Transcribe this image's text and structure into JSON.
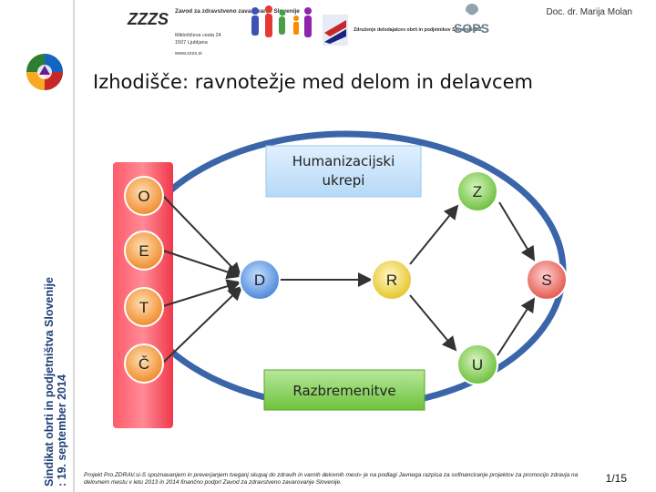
{
  "header": {
    "author": "Doc. dr. Marija Molan",
    "logos": {
      "zzzs_name": "Zavod za zdravstveno zavarovanje Slovenije",
      "zzzs_address": "Miklošičeva cesta 24",
      "zzzs_city": "1507 Ljubljana",
      "zzzs_web": "www.zzzs.si",
      "sindikat_name": "Združenje delodajalcev obrti in podjetnikov Slovenije GIZ",
      "sops_name": "SOPS"
    }
  },
  "sidebar": {
    "text_line1": "Sindikat obrti in podjetništva Slovenije",
    "text_line2": ": 19. september 2014"
  },
  "title": "Izhodišče: ravnotežje med delom in delavcem",
  "diagram": {
    "left_nodes": [
      "O",
      "E",
      "T",
      "Č"
    ],
    "node_d": "D",
    "node_r": "R",
    "node_s": "S",
    "node_z": "Z",
    "node_u": "U",
    "top_box_line1": "Humanizacijski",
    "top_box_line2": "ukrepi",
    "bottom_box": "Razbremenitve"
  },
  "footer": {
    "note": "Projekt Pro.ZDRAV.si-S spoznavanjem in preverjanjem tveganj skupaj do zdravih in varnih delovnih mest« je na podlagi Javnega razpisa za sofinanciranje projektov za promocijo zdravja na delovnem mestu v letu 2013 in 2014 finančno podprl Zavod za zdravstveno zavarovanje Slovenije.",
    "page": "1/15"
  }
}
